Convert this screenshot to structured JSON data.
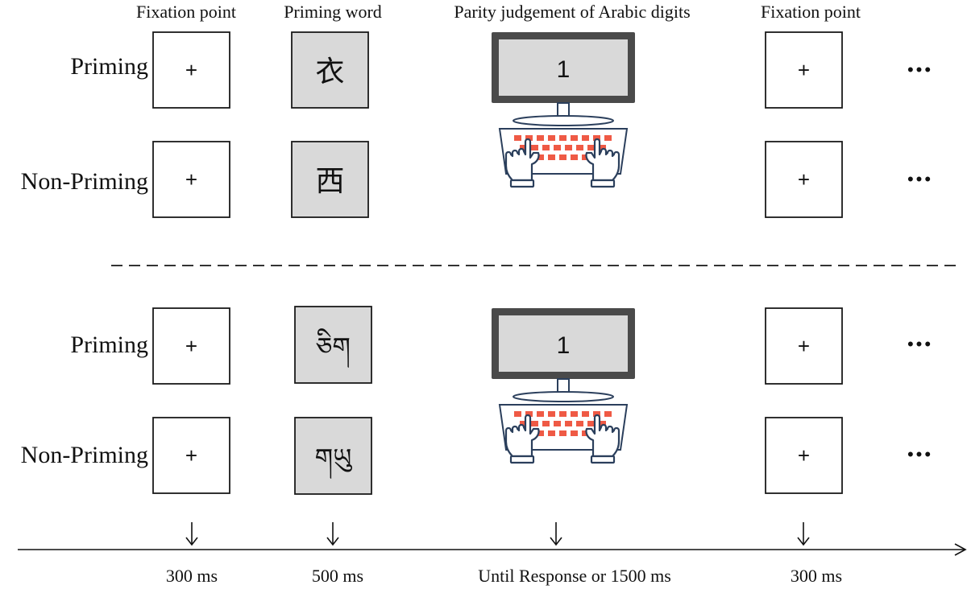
{
  "headers": {
    "fixation": "Fixation point",
    "priming_word": "Priming word",
    "parity": "Parity judgement of Arabic digits",
    "fixation_end": "Fixation point"
  },
  "rows": [
    {
      "label": "Priming",
      "fixation": "+",
      "word": "衣",
      "digit": "1",
      "end_fixation": "+",
      "ellipsis": "•••"
    },
    {
      "label": "Non-Priming",
      "fixation": "+",
      "word": "西",
      "digit": "",
      "end_fixation": "+",
      "ellipsis": "•••"
    },
    {
      "label": "Priming",
      "fixation": "+",
      "word": "ཅིག",
      "digit": "1",
      "end_fixation": "+",
      "ellipsis": "•••"
    },
    {
      "label": "Non-Priming",
      "fixation": "+",
      "word": "གཡུ",
      "digit": "",
      "end_fixation": "+",
      "ellipsis": "•••"
    }
  ],
  "timeline": {
    "durations": [
      "300 ms",
      "500 ms",
      "Until Response or 1500 ms",
      "300 ms"
    ]
  },
  "colors": {
    "frame": "#1a1a1a",
    "word_bg": "#d9d9d9",
    "monitor_screen": "#d9d9d9",
    "keyboard_keys": "#ef5a45",
    "hand_outline": "#2b3f5c"
  }
}
